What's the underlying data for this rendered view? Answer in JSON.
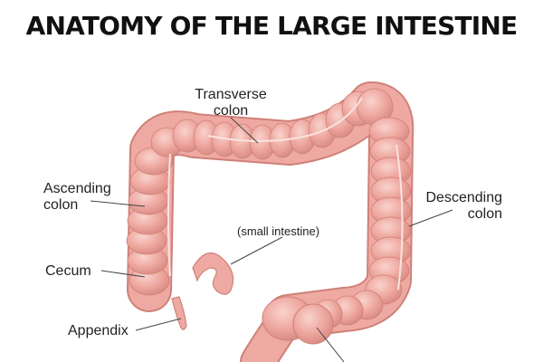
{
  "title": "ANATOMY OF THE LARGE INTESTINE",
  "labels": {
    "transverse": [
      "Transverse",
      "colon"
    ],
    "ascending": [
      "Ascending",
      "colon"
    ],
    "descending": [
      "Descending",
      "colon"
    ],
    "small_intestine": "(small intestine)",
    "cecum": "Cecum",
    "appendix": "Appendix"
  },
  "colors": {
    "tissue": "#eeaaa2",
    "tissue_dark": "#cf8078",
    "highlight": "#f8cfc8",
    "band": "#fbe3df",
    "background": "#ffffff",
    "text": "#111111"
  }
}
